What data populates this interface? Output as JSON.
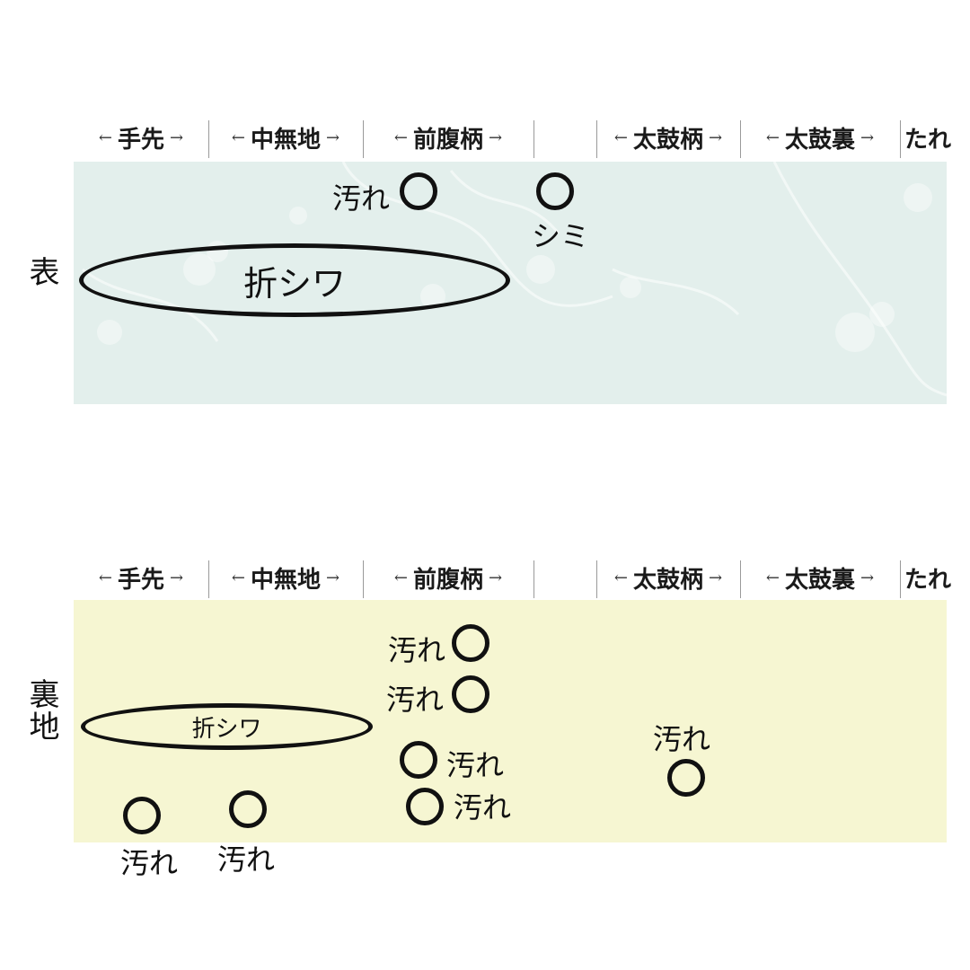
{
  "header": {
    "segments": [
      "手先",
      "中無地",
      "前腹柄",
      "",
      "太鼓柄",
      "太鼓裏",
      "たれ"
    ]
  },
  "omote": {
    "side_label": "表",
    "fabric_color": "#e3efec",
    "marks": {
      "stain1": "汚れ",
      "shimi": "シミ",
      "crease": "折シワ"
    }
  },
  "ura": {
    "side_label": "裏地",
    "fabric_color": "#f6f6d2",
    "marks": {
      "stain_a": "汚れ",
      "stain_b": "汚れ",
      "stain_c": "汚れ",
      "stain_d": "汚れ",
      "stain_e": "汚れ",
      "stain_f": "汚れ",
      "stain_g": "汚れ",
      "crease": "折シワ"
    }
  }
}
